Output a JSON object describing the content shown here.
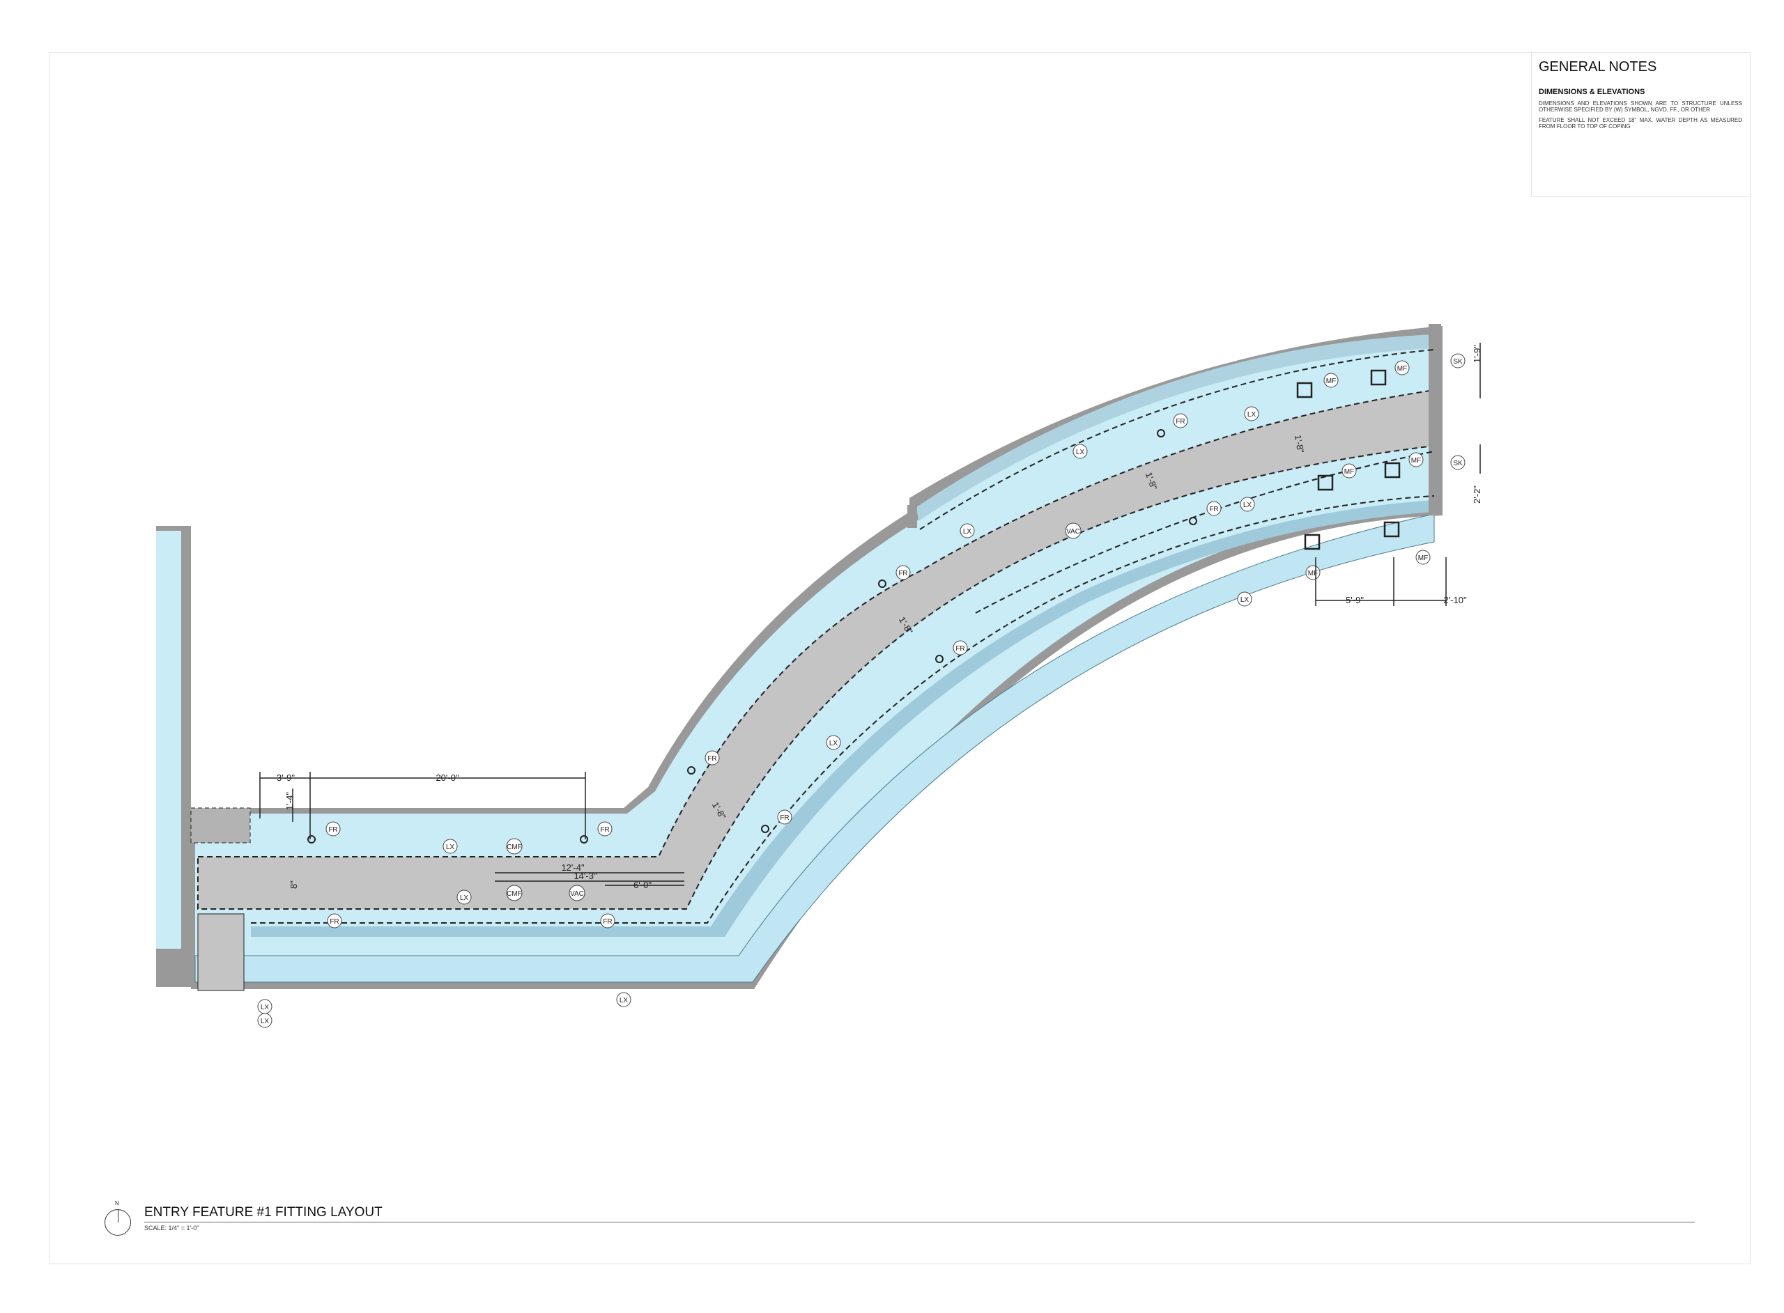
{
  "notes": {
    "title": "GENERAL NOTES",
    "subtitle": "DIMENSIONS & ELEVATIONS",
    "p1": "DIMENSIONS AND ELEVATIONS SHOWN ARE TO STRUCTURE UNLESS OTHERWISE SPECIFIED BY (W) SYMBOL, NGVD, FF., OR OTHER",
    "p2": "FEATURE SHALL NOT EXCEED 18\" MAX. WATER DEPTH AS MEASURED FROM FLOOR TO TOP OF COPING"
  },
  "title_block": {
    "north": "N",
    "title": "ENTRY FEATURE #1 FITTING LAYOUT",
    "scale": "SCALE: 1/4\" = 1'-0\""
  },
  "dimensions": {
    "d_3_9": "3'-9\"",
    "d_20_0": "20'-0\"",
    "d_1_4": "1'-4\"",
    "d_12_4": "12'-4\"",
    "d_14_3": "14'-3\"",
    "d_6_0": "6'-0\"",
    "d_8": "8\"",
    "d_1_8": "1'-8\"",
    "d_1_9": "1'-9\"",
    "d_2_2": "2'-2\"",
    "d_5_9": "5'-9\"",
    "d_2_10": "2'-10\""
  },
  "tags": {
    "fr": "FR",
    "lx": "LX",
    "mf": "MF",
    "sk": "SK",
    "vac": "VAC",
    "cmf": "CMF"
  },
  "colors": {
    "water": "#c9ecf6",
    "concrete": "#c4c4c4",
    "wall": "#999999",
    "rim": "#aed2e0"
  }
}
